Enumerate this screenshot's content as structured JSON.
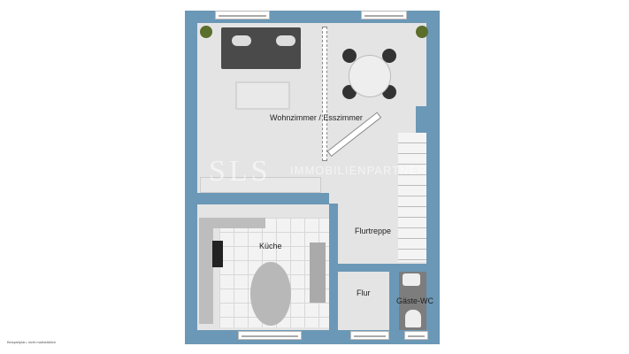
{
  "rooms": {
    "living": "Wohnzimmer / Esszimmer",
    "kitchen": "Küche",
    "stairs": "Flurtreppe",
    "hall": "Flur",
    "wc": "Gäste-WC"
  },
  "watermark": {
    "logo": "SLS",
    "name": "IMMOBILIENPARTNER"
  },
  "footnote": "Beispielplan, nicht maßstäblich",
  "colors": {
    "wall": "#6b98b6",
    "floor": "#e4e4e4"
  }
}
